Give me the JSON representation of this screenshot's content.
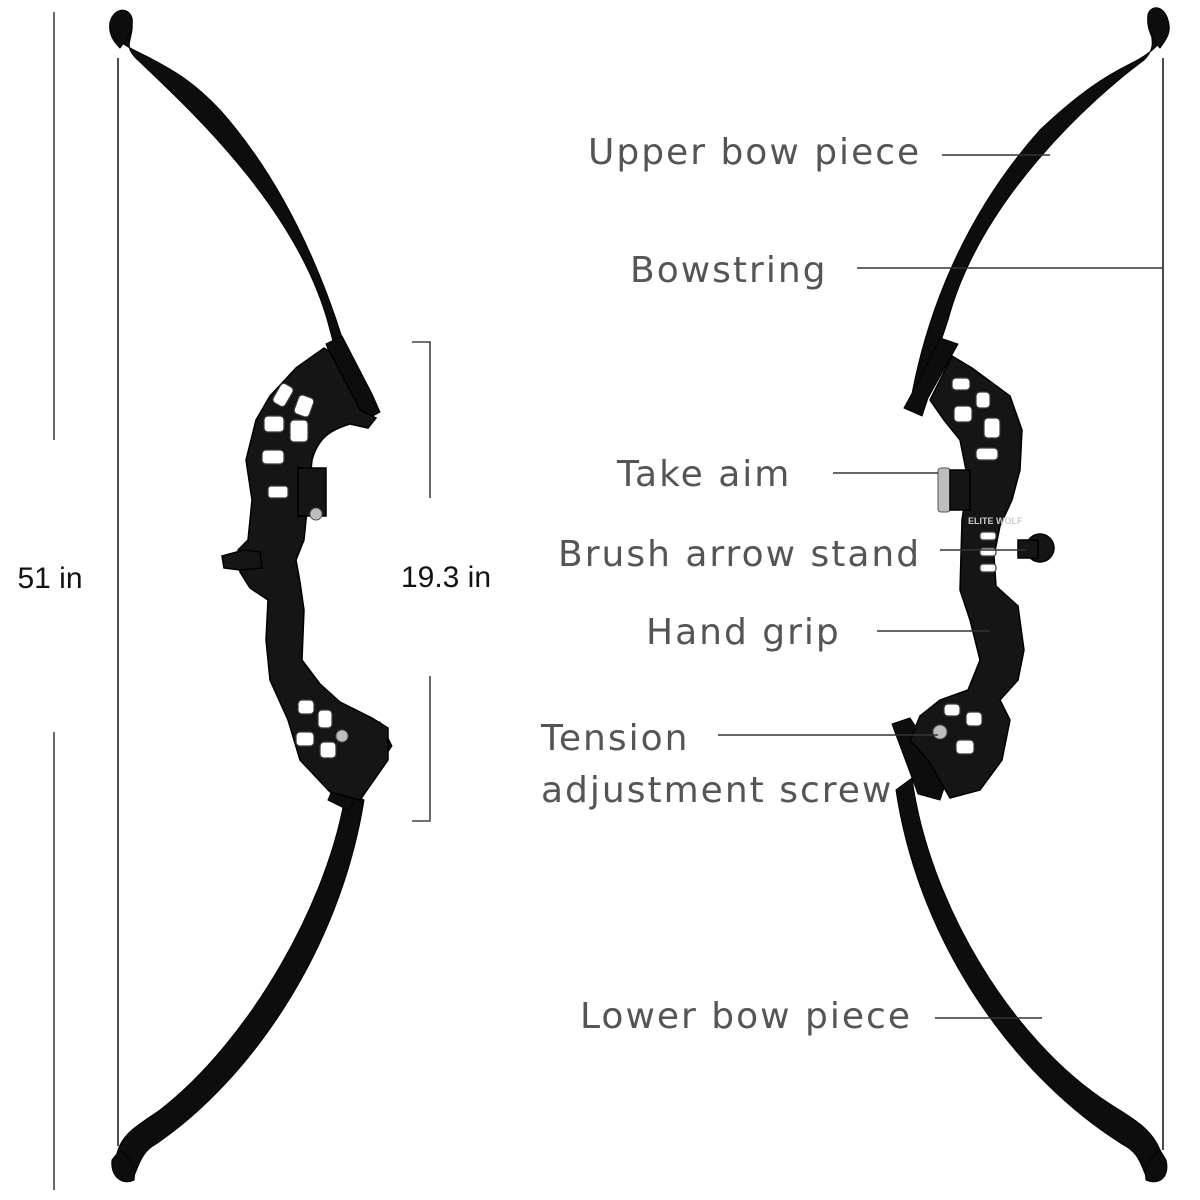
{
  "dimensions": {
    "overall_length": "51 in",
    "riser_length": "19.3 in"
  },
  "labels": {
    "upper_bow_piece": "Upper bow piece",
    "bowstring": "Bowstring",
    "take_aim": "Take aim",
    "brush_arrow_stand": "Brush arrow stand",
    "hand_grip": "Hand grip",
    "tension_line1": "Tension",
    "tension_line2": "adjustment screw",
    "lower_bow_piece": "Lower bow piece"
  },
  "riser_brand_text": "ELITE WOLF",
  "colors": {
    "bow": "#0d0d0d",
    "label_text": "#555555",
    "dimension_text": "#111111",
    "background": "#ffffff"
  }
}
